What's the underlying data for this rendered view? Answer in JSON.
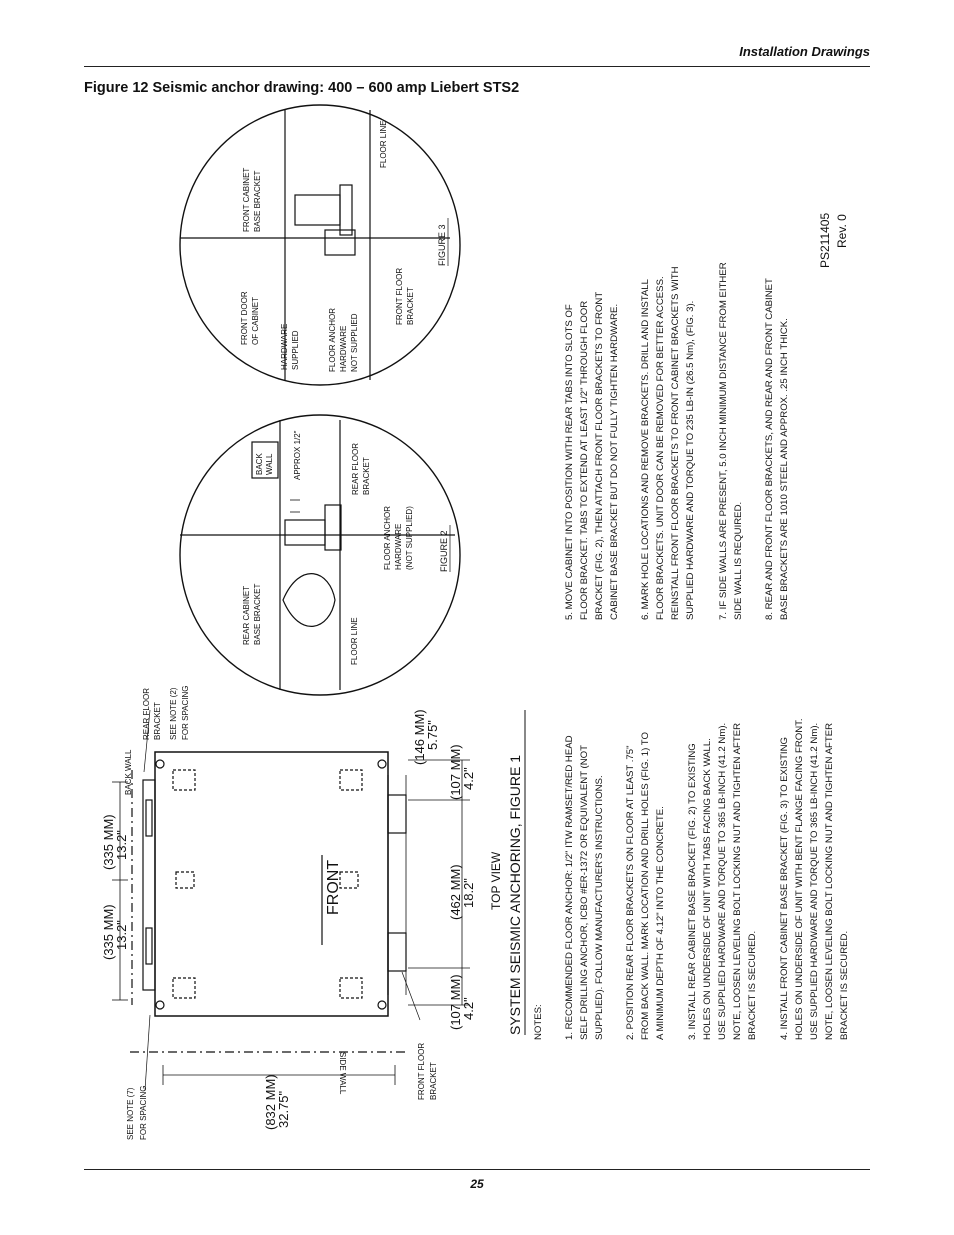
{
  "header": {
    "section": "Installation Drawings"
  },
  "figure": {
    "title": "Figure 12  Seismic anchor drawing: 400 – 600 amp Liebert STS2"
  },
  "footer": {
    "page_number": "25"
  },
  "drawing": {
    "top_view_title": "TOP VIEW",
    "anchoring_title": "SYSTEM SEISMIC ANCHORING, FIGURE 1",
    "front_label": "FRONT",
    "labels": {
      "back_wall": "BACK WALL",
      "rear_floor_bracket": [
        "REAR FLOOR",
        "BRACKET",
        "SEE NOTE (2)",
        "FOR SPACING"
      ],
      "see_note7": [
        "SEE NOTE (7)",
        "FOR SPACING"
      ],
      "side_wall": "SIDE WALL",
      "front_floor_bracket": [
        "FRONT FLOOR",
        "BRACKET"
      ]
    },
    "dims": {
      "d1_mm": "(335 MM)",
      "d1_in": "13.2\"",
      "d2_mm": "(335 MM)",
      "d2_in": "13.2\"",
      "d3_mm": "(832 MM)",
      "d3_in": "32.75\"",
      "d4_mm": "(146 MM)",
      "d4_in": "5.75\"",
      "d5_mm": "(107 MM)",
      "d5_in": "4.2\"",
      "d6_mm": "(462 MM)",
      "d6_in": "18.2\"",
      "d7_mm": "(107 MM)",
      "d7_in": "4.2\""
    },
    "figure2": {
      "caption": "FIGURE 2",
      "back_wall": [
        "BACK",
        "WALL"
      ],
      "approx": "APPROX 1/2\"",
      "rear_floor_bracket": [
        "REAR FLOOR",
        "BRACKET"
      ],
      "rear_cabinet": [
        "REAR CABINET",
        "BASE BRACKET"
      ],
      "floor_anchor": [
        "FLOOR ANCHOR",
        "HARDWARE",
        "(NOT SUPPLIED)"
      ],
      "floor_line": "FLOOR LINE"
    },
    "figure3": {
      "caption": "FIGURE 3",
      "front_cabinet": [
        "FRONT CABINET",
        "BASE BRACKET"
      ],
      "floor_line": "FLOOR LINE",
      "front_door": [
        "FRONT DOOR",
        "OF CABINET"
      ],
      "hardware_supplied": [
        "HARDWARE",
        "SUPPLIED"
      ],
      "floor_anchor": [
        "FLOOR ANCHOR",
        "HARDWARE",
        "NOT SUPPLIED"
      ],
      "front_floor_bracket": [
        "FRONT FLOOR",
        "BRACKET"
      ]
    },
    "notes_heading": "NOTES:",
    "notes": [
      [
        "1. RECOMMENDED FLOOR ANCHOR: 1/2\" ITW RAMSET/RED HEAD",
        "SELF DRILLING ANCHOR, ICBO #ER-1372 OR EQUIVALENT (NOT",
        "SUPPLIED). FOLLOW MANUFACTURER'S INSTRUCTIONS."
      ],
      [
        "2. POSITION REAR FLOOR BRACKETS ON FLOOR AT LEAST .75\"",
        "FROM BACK WALL. MARK LOCATION AND DRILL HOLES (FIG. 1) TO",
        "A MINIMUM DEPTH OF 4.12\" INTO THE CONCRETE."
      ],
      [
        "3. INSTALL REAR CABINET BASE BRACKET (FIG. 2) TO EXISTING",
        "HOLES ON UNDERSIDE OF UNIT WITH TABS FACING BACK WALL.",
        "USE SUPPLIED HARDWARE AND TORQUE TO 365 LB-INCH (41.2 Nm).",
        "NOTE, LOOSEN LEVELING BOLT LOCKING NUT AND TIGHTEN AFTER",
        "BRACKET IS SECURED."
      ],
      [
        "4. INSTALL FRONT CABINET BASE BRACKET (FIG. 3) TO EXISTING",
        "HOLES ON UNDERSIDE OF UNIT WITH BENT FLANGE FACING FRONT.",
        "USE SUPPLIED HARDWARE AND TORQUE TO 365 LB-INCH (41.2 Nm).",
        "NOTE, LOOSEN LEVELING BOLT LOCKING NUT AND TIGHTEN AFTER",
        "BRACKET IS SECURED."
      ],
      [
        "5. MOVE CABINET INTO POSITION WITH REAR TABS INTO SLOTS OF",
        "FLOOR BRACKET. TABS TO EXTEND AT LEAST 1/2\" THROUGH FLOOR",
        "BRACKET (FIG. 2), THEN ATTACH FRONT FLOOR BRACKETS TO FRONT",
        "CABINET BASE BRACKET BUT DO NOT FULLY TIGHTEN HARDWARE."
      ],
      [
        "6. MARK HOLE LOCATIONS AND REMOVE BRACKETS. DRILL AND INSTALL",
        "FLOOR BRACKETS. UNIT DOOR CAN BE REMOVED FOR BETTER ACCESS.",
        "REINSTALL FRONT FLOOR BRACKETS TO FRONT CABINET BRACKETS WITH",
        "SUPPLIED HARDWARE AND TORQUE TO 235 LB-IN (26.5 Nm), (FIG. 3)."
      ],
      [
        "7. IF SIDE WALLS ARE PRESENT, 5.0 INCH MINIMUM DISTANCE FROM EITHER",
        "SIDE WALL IS REQUIRED."
      ],
      [
        "8. REAR AND FRONT FLOOR BRACKETS, AND REAR AND FRONT CABINET",
        "BASE BRACKETS ARE 1010 STEEL AND APPROX. .25 INCH THICK."
      ]
    ],
    "part_number": "PS211405",
    "revision": "Rev. 0"
  }
}
